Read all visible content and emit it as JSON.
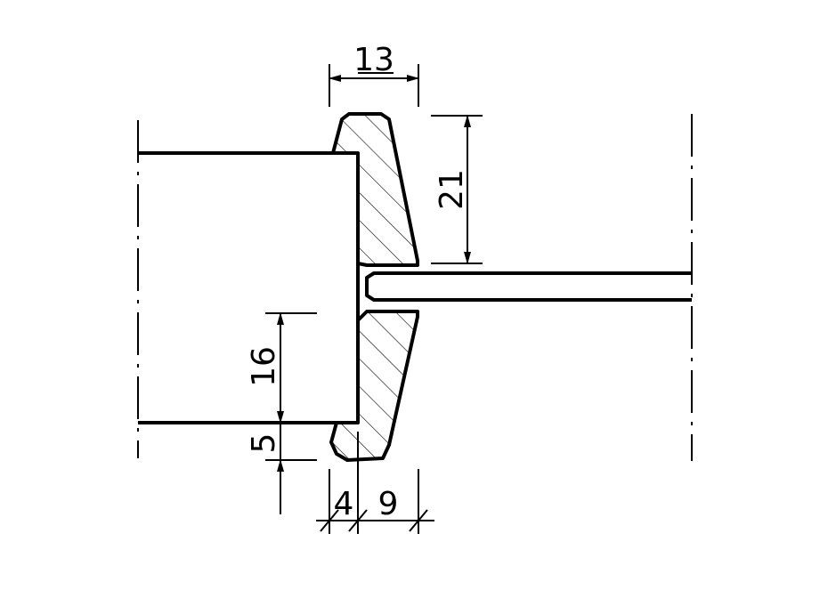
{
  "colors": {
    "line": "#000000",
    "background": "#ffffff"
  },
  "dimensions": {
    "top_width": "13",
    "upper_height": "21",
    "lower_height": "16",
    "bottom_height": "5",
    "bottom_left_width": "4",
    "bottom_right_width": "9"
  }
}
